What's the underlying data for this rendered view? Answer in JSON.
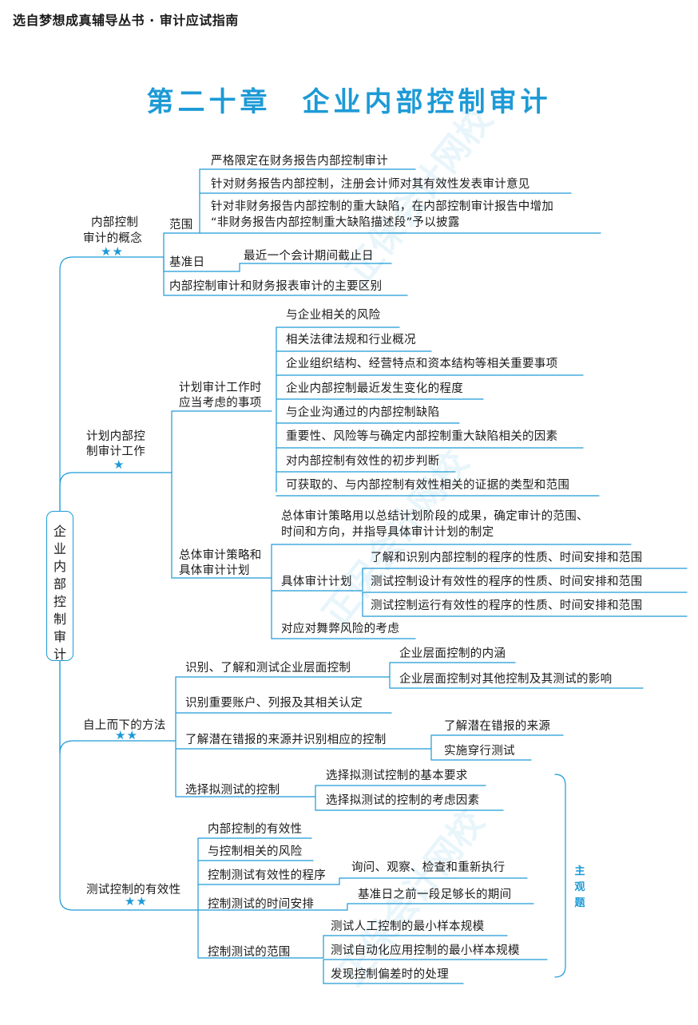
{
  "header": "选自梦想成真辅导丛书 · 审计应试指南",
  "chapter_title": "第二十章　企业内部控制审计",
  "root": [
    "企",
    "业",
    "内",
    "部",
    "控",
    "制",
    "审",
    "计"
  ],
  "side_label": [
    "主",
    "观",
    "题"
  ],
  "stars2": "★★",
  "stars1": "★",
  "colors": {
    "accent": "#1d9ad6",
    "text": "#1a1a1a"
  },
  "b1": {
    "title_l1": "内部控制",
    "title_l2": "审计的概念",
    "scope": "范围",
    "scope_items": [
      "严格限定在财务报告内部控制审计",
      "针对财务报告内部控制，注册会计师对其有效性发表审计意见",
      "针对非财务报告内部控制的重大缺陷，在内部控制审计报告中增加",
      "“非财务报告内部控制重大缺陷描述段”予以披露"
    ],
    "base_date": "基准日",
    "base_date_item": "最近一个会计期间截止日",
    "difference": "内部控制审计和财务报表审计的主要区别"
  },
  "b2": {
    "title_l1": "计划内部控",
    "title_l2": "制审计工作",
    "plan_l1": "计划审计工作时",
    "plan_l2": "应当考虑的事项",
    "plan_items": [
      "与企业相关的风险",
      "相关法律法规和行业概况",
      "企业组织结构、经营特点和资本结构等相关重要事项",
      "企业内部控制最近发生变化的程度",
      "与企业沟通过的内部控制缺陷",
      "重要性、风险等与确定内部控制重大缺陷相关的因素",
      "对内部控制有效性的初步判断",
      "可获取的、与内部控制有效性相关的证据的类型和范围"
    ],
    "strategy_l1": "总体审计策略和",
    "strategy_l2": "具体审计计划",
    "strategy_desc_l1": "总体审计策略用以总结计划阶段的成果，确定审计的范围、",
    "strategy_desc_l2": "时间和方向，并指导具体审计计划的制定",
    "specific_plan": "具体审计计划",
    "specific_items": [
      "了解和识别内部控制的程序的性质、时间安排和范围",
      "测试控制设计有效性的程序的性质、时间安排和范围",
      "测试控制运行有效性的程序的性质、时间安排和范围"
    ],
    "fraud": "对应对舞弊风险的考虑"
  },
  "b3": {
    "title": "自上而下的方法",
    "entity_controls": "识别、了解和测试企业层面控制",
    "entity_items": [
      "企业层面控制的内涵",
      "企业层面控制对其他控制及其测试的影响"
    ],
    "accounts": "识别重要账户、列报及其相关认定",
    "misstatement": "了解潜在错报的来源并识别相应的控制",
    "misstatement_items": [
      "了解潜在错报的来源",
      "实施穿行测试"
    ],
    "select": "选择拟测试的控制",
    "select_items": [
      "选择拟测试控制的基本要求",
      "选择拟测试的控制的考虑因素"
    ]
  },
  "b4": {
    "title": "测试控制的有效性",
    "items": [
      "内部控制的有效性",
      "与控制相关的风险"
    ],
    "procedures": "控制测试有效性的程序",
    "procedures_item": "询问、观察、检查和重新执行",
    "timing": "控制测试的时间安排",
    "timing_item": "基准日之前一段足够长的期间",
    "extent": "控制测试的范围",
    "extent_items": [
      "测试人工控制的最小样本规模",
      "测试自动化应用控制的最小样本规模",
      "发现控制偏差时的处理"
    ]
  }
}
